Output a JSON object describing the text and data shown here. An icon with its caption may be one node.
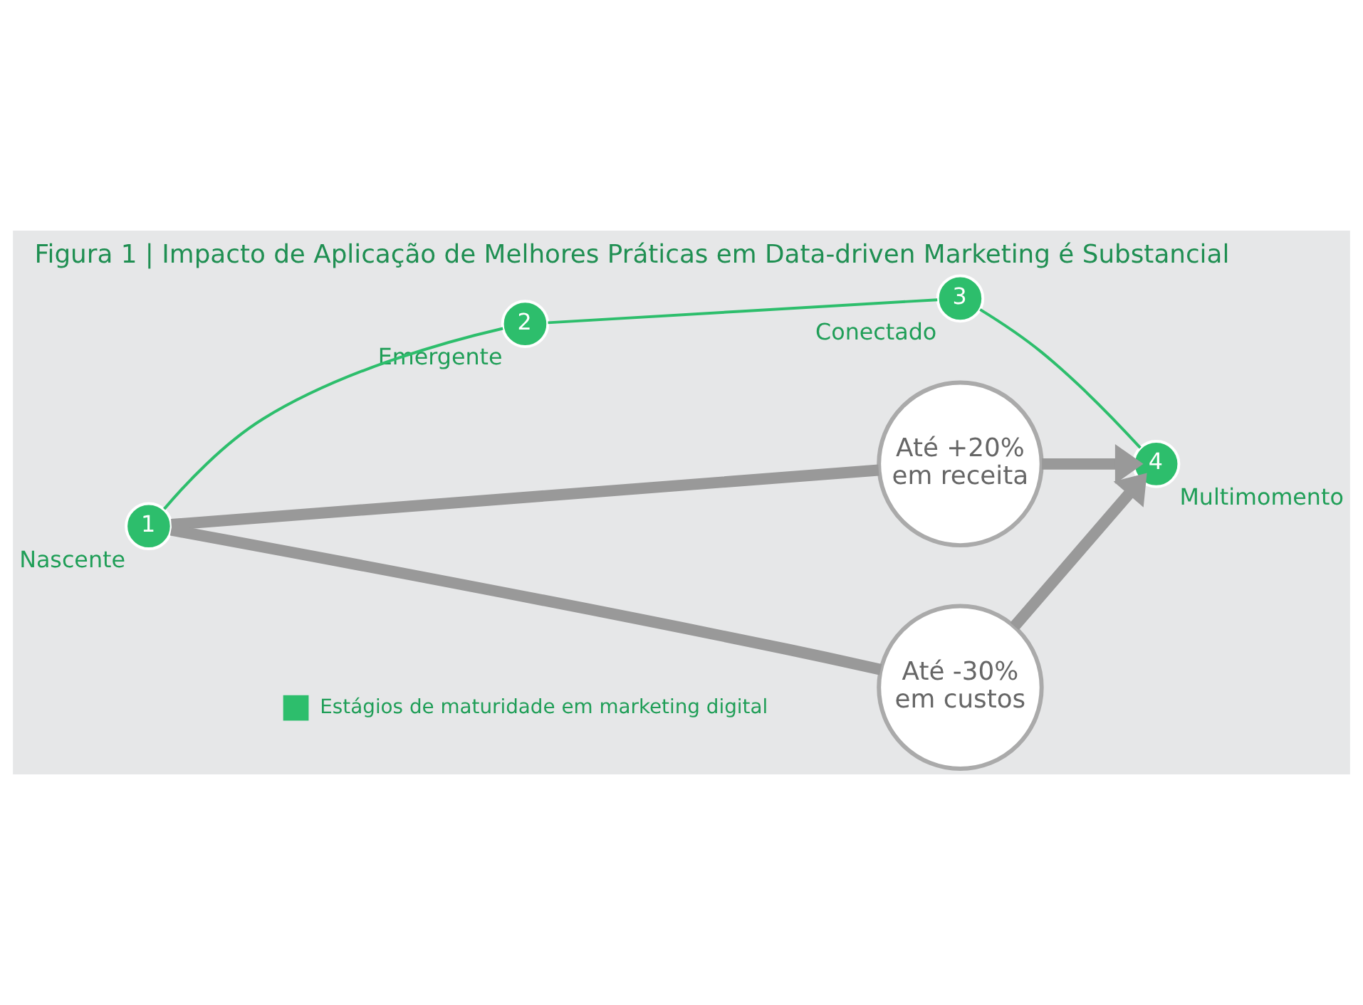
{
  "diagram": {
    "title": "Figura 1 | Impacto de Aplicação de Melhores Práticas em Data-driven Marketing é Substancial",
    "nodes": [
      {
        "text": [
          "1"
        ],
        "beside": [
          "Nascente"
        ]
      },
      {
        "text": [
          "2"
        ],
        "beside": [
          "Emergente"
        ]
      },
      {
        "text": [
          "3"
        ],
        "beside": [
          "Conectado"
        ]
      },
      {
        "text": [
          "4"
        ],
        "beside": [
          "Multimomento"
        ]
      },
      {
        "text": [
          "Até +20% em receita"
        ]
      },
      {
        "text": [
          "Até -30% em custos"
        ]
      }
    ],
    "edges": [
      {
        "from": 0,
        "to": 1,
        "arrow": "none",
        "color": "#2dbe6c"
      },
      {
        "from": 1,
        "to": 2,
        "arrow": "none",
        "color": "#2dbe6c"
      },
      {
        "from": 2,
        "to": 3,
        "arrow": "none",
        "color": "#2dbe6c"
      },
      {
        "from": 0,
        "to": 4,
        "arrow": "none"
      },
      {
        "from": 4,
        "to": 3,
        "arrow": "to"
      },
      {
        "from": 0,
        "to": 5,
        "arrow": "none"
      },
      {
        "from": 5,
        "to": 3,
        "arrow": "to"
      }
    ],
    "legend": [
      {
        "text": "Estágios de maturidade em marketing digital",
        "color": "#2dbe6c"
      }
    ]
  }
}
